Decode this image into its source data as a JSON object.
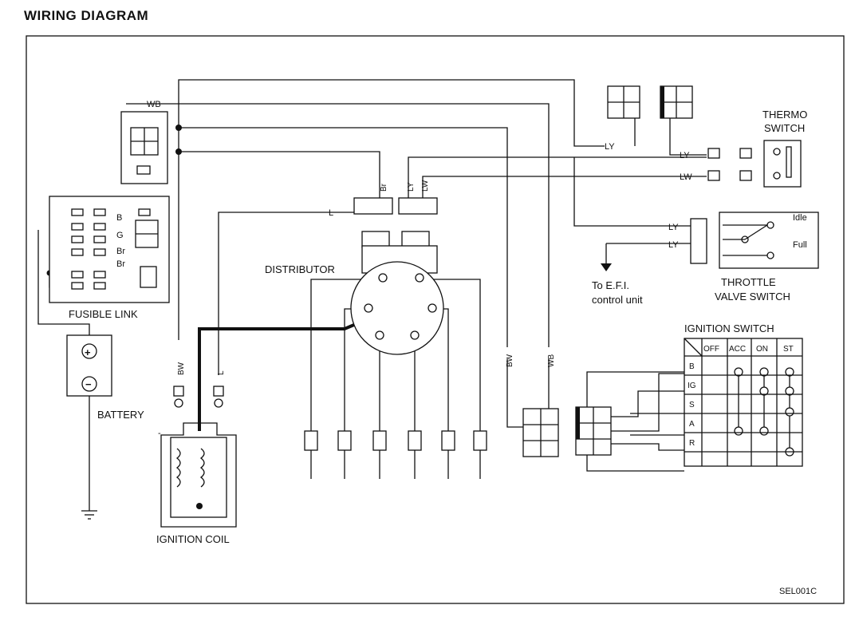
{
  "title": "WIRING DIAGRAM",
  "labels": {
    "thermo_switch_1": "THERMO",
    "thermo_switch_2": "SWITCH",
    "distributor": "DISTRIBUTOR",
    "fusible_link": "FUSIBLE LINK",
    "battery": "BATTERY",
    "ignition_coil": "IGNITION COIL",
    "throttle_1": "THROTTLE",
    "throttle_2": "VALVE SWITCH",
    "to_efi_1": "To E.F.I.",
    "to_efi_2": "control unit",
    "ignition_switch": "IGNITION SWITCH",
    "idle": "Idle",
    "full": "Full",
    "code": "SEL001C",
    "plus": "+",
    "minus": "−",
    "coil_minus": "-"
  },
  "wire_colors": {
    "wb": "WB",
    "ly": "LY",
    "lw": "LW",
    "l": "L",
    "br": "Br",
    "bw": "BW",
    "b": "B",
    "g": "G"
  },
  "ignition_switch_table": {
    "columns": [
      "OFF",
      "ACC",
      "ON",
      "ST"
    ],
    "rows": [
      "B",
      "IG",
      "S",
      "A",
      "R"
    ]
  }
}
